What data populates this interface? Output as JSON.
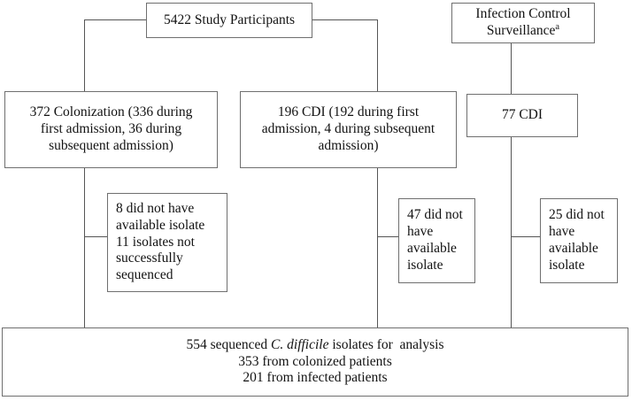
{
  "diagram": {
    "title": "C. difficile study participant flow diagram",
    "type": "flowchart",
    "nodes": {
      "study_participants": {
        "label": "5422 Study Participants",
        "count": 5422
      },
      "infection_control": {
        "label_line1": "Infection Control",
        "label_line2": "Surveillance",
        "footnote_marker": "a"
      },
      "colonization": {
        "line1": "372 Colonization (336 during",
        "line2": "first admission, 36 during",
        "line3": "subsequent admission)",
        "total": 372,
        "first_admission": 336,
        "subsequent_admission": 36
      },
      "cdi": {
        "line1": "196 CDI (192 during first",
        "line2": "admission, 4 during subsequent",
        "line3": "admission)",
        "total": 196,
        "first_admission": 192,
        "subsequent_admission": 4
      },
      "cdi_surveillance": {
        "label": "77 CDI",
        "count": 77
      },
      "exclusion_colonization": {
        "line1": "8 did not have",
        "line2": "available isolate",
        "line3": "11 isolates not",
        "line4": "successfully",
        "line5": "sequenced",
        "no_isolate": 8,
        "not_sequenced": 11
      },
      "exclusion_cdi": {
        "line1": "47 did not",
        "line2": "have",
        "line3": "available",
        "line4": "isolate",
        "no_isolate": 47
      },
      "exclusion_surveillance": {
        "line1": "25 did not",
        "line2": "have",
        "line3": "available",
        "line4": "isolate",
        "no_isolate": 25
      },
      "final": {
        "line1_prefix": "554 sequenced ",
        "line1_italic": "C. difficile",
        "line1_suffix": " isolates for  analysis",
        "line2": "353 from colonized patients",
        "line3": "201 from infected patients",
        "total_isolates": 554,
        "from_colonized": 353,
        "from_infected": 201
      }
    },
    "colors": {
      "box_border": "#6f6f6f",
      "connector": "#555555",
      "text": "#121212",
      "background": "#ffffff"
    }
  }
}
